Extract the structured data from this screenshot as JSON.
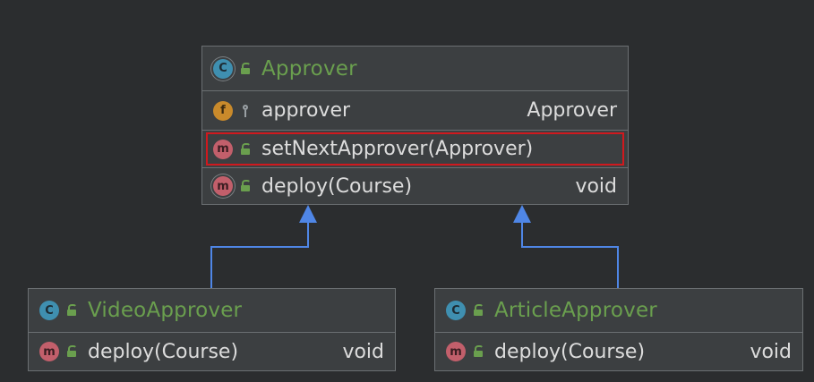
{
  "colors": {
    "background": "#2b2d2f",
    "box": "#3c3f41",
    "class_name": "#6a9f4e",
    "arrow": "#4f86e6",
    "highlight": "#d0191e"
  },
  "classes": {
    "approver": {
      "name": "Approver",
      "kind_icon": "abstract-class-icon",
      "field": {
        "icon": "field-icon",
        "name": "approver",
        "type": "Approver"
      },
      "methods": [
        {
          "icon": "method-icon",
          "name": "setNextApprover(Approver)",
          "type": "",
          "highlighted": true
        },
        {
          "icon": "abstract-method-icon",
          "name": "deploy(Course)",
          "type": "void"
        }
      ]
    },
    "video_approver": {
      "name": "VideoApprover",
      "kind_icon": "class-icon",
      "methods": [
        {
          "icon": "method-icon",
          "name": "deploy(Course)",
          "type": "void"
        }
      ]
    },
    "article_approver": {
      "name": "ArticleApprover",
      "kind_icon": "class-icon",
      "methods": [
        {
          "icon": "method-icon",
          "name": "deploy(Course)",
          "type": "void"
        }
      ]
    }
  },
  "relations": [
    {
      "from": "VideoApprover",
      "to": "Approver",
      "kind": "inheritance"
    },
    {
      "from": "ArticleApprover",
      "to": "Approver",
      "kind": "inheritance"
    }
  ]
}
